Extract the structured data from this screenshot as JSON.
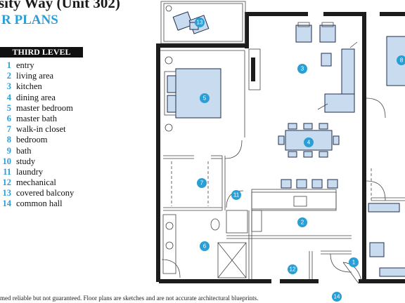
{
  "header": {
    "title": "sity Way (Unit 302)",
    "subtitle": "R PLANS"
  },
  "legend": {
    "heading": "THIRD LEVEL",
    "items": [
      {
        "num": "1",
        "label": "entry"
      },
      {
        "num": "2",
        "label": "living area"
      },
      {
        "num": "3",
        "label": "kitchen"
      },
      {
        "num": "4",
        "label": "dining area"
      },
      {
        "num": "5",
        "label": "master bedroom"
      },
      {
        "num": "6",
        "label": "master bath"
      },
      {
        "num": "7",
        "label": "walk-in closet"
      },
      {
        "num": "8",
        "label": "bedroom"
      },
      {
        "num": "9",
        "label": "bath"
      },
      {
        "num": "10",
        "label": "study"
      },
      {
        "num": "11",
        "label": "laundry"
      },
      {
        "num": "12",
        "label": "mechanical"
      },
      {
        "num": "13",
        "label": "covered balcony"
      },
      {
        "num": "14",
        "label": "common hall"
      }
    ]
  },
  "plan_markers": [
    "13",
    "3",
    "5",
    "4",
    "7",
    "11",
    "2",
    "6",
    "12",
    "1",
    "14",
    "8"
  ],
  "footnote": "med reliable but not guaranteed. Floor plans are sketches and are not accurate architectural blueprints.",
  "colors": {
    "accent": "#2a9fd6",
    "furniture_fill": "#c9dcef",
    "wall": "#1c1c1c"
  }
}
